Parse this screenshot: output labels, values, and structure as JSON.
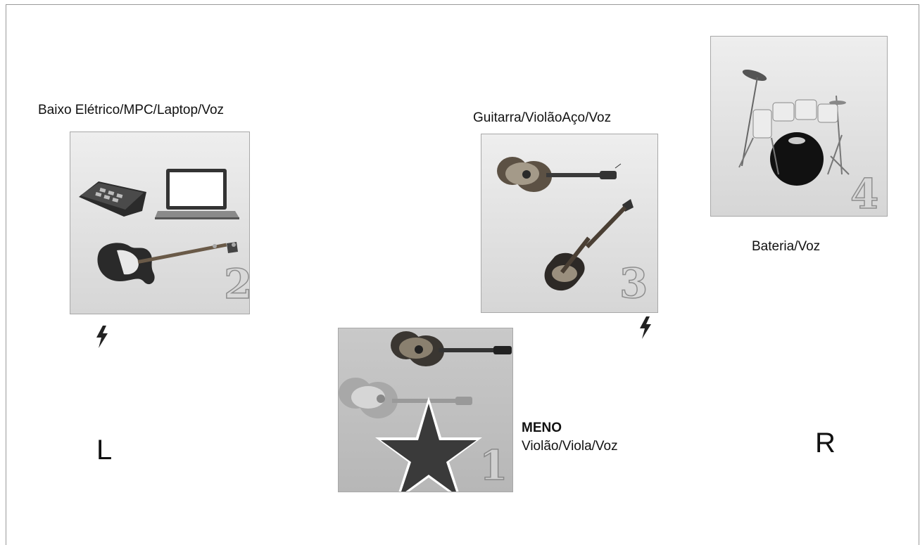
{
  "stage": {
    "left_label": "L",
    "right_label": "R"
  },
  "positions": [
    {
      "id": "1",
      "number": "1",
      "name": "MENO",
      "instruments": "Violão/Viola/Voz",
      "icons": [
        "acoustic-guitar",
        "classical-guitar",
        "star"
      ]
    },
    {
      "id": "2",
      "number": "2",
      "name": "",
      "instruments": "Baixo Elétrico/MPC/Laptop/Voz",
      "icons": [
        "mpc",
        "laptop",
        "electric-bass"
      ]
    },
    {
      "id": "3",
      "number": "3",
      "name": "",
      "instruments": "Guitarra/ViolãoAço/Voz",
      "icons": [
        "acoustic-guitar",
        "electric-guitar"
      ]
    },
    {
      "id": "4",
      "number": "4",
      "name": "",
      "instruments": "Bateria/Voz",
      "icons": [
        "drum-kit"
      ]
    }
  ],
  "power_outlets": [
    "power-outlet-left",
    "power-outlet-right"
  ]
}
